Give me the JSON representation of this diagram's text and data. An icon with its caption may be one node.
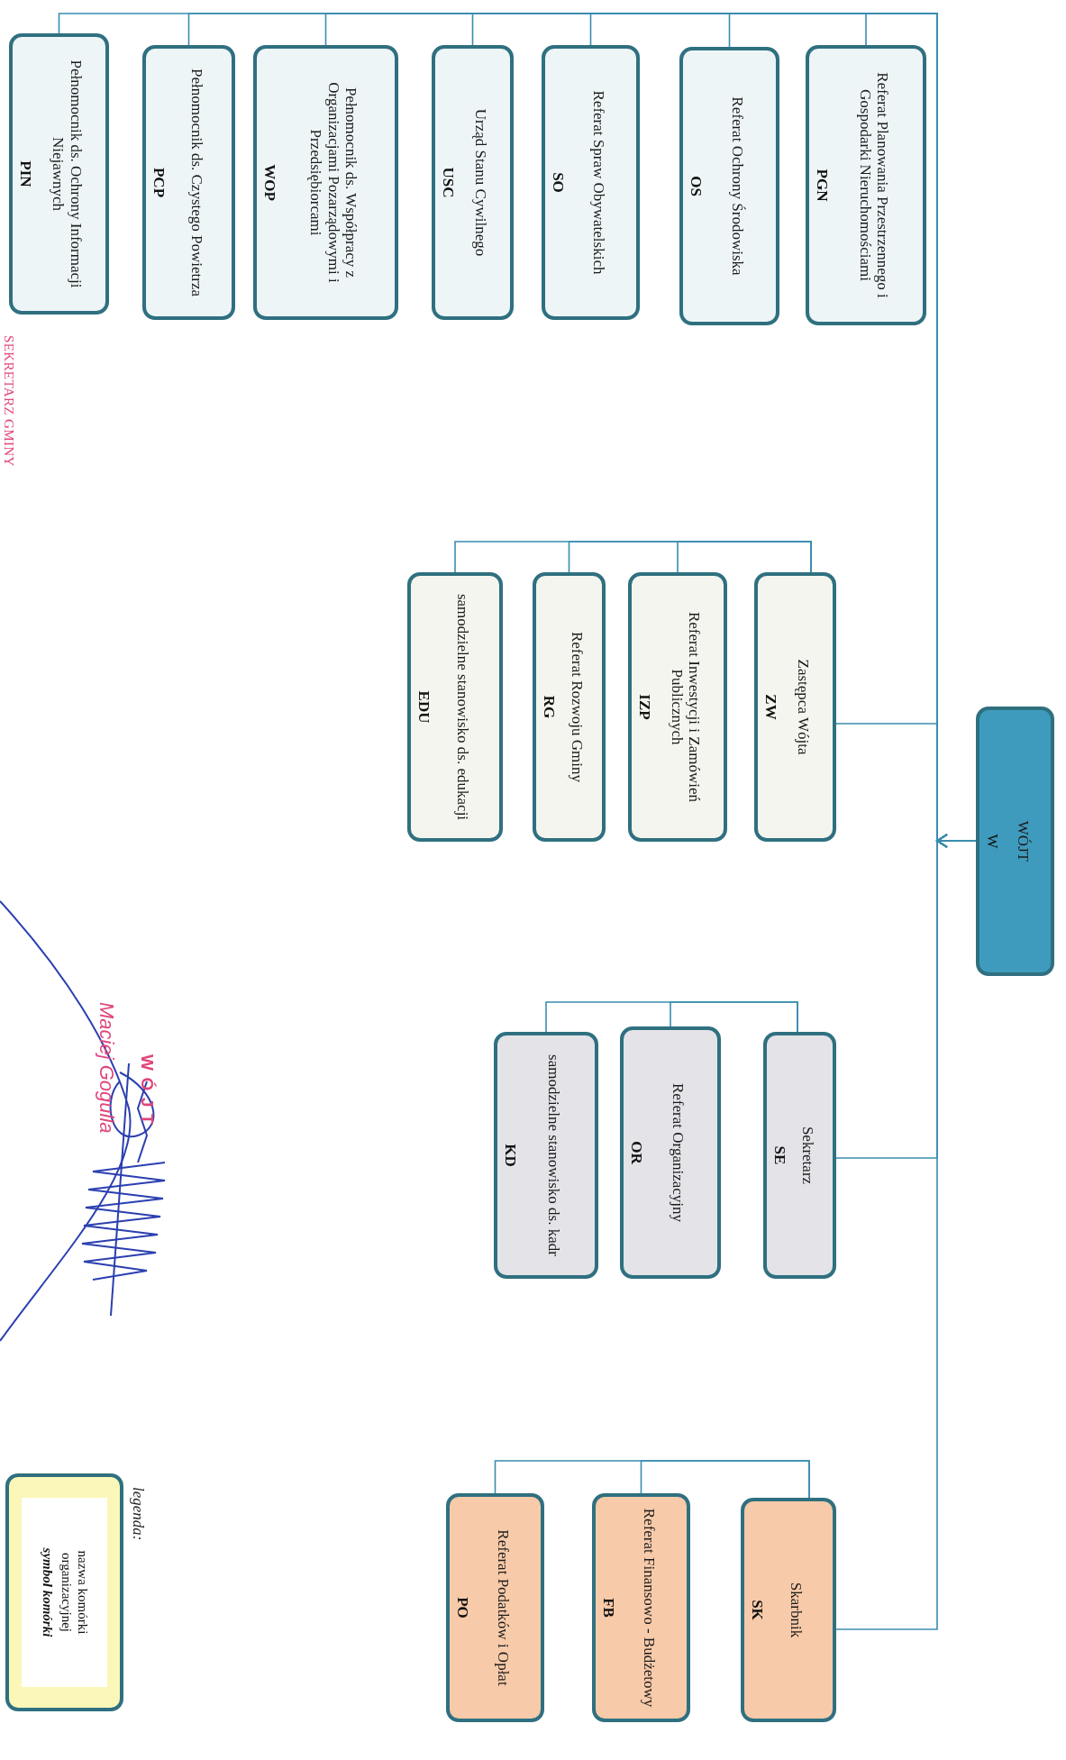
{
  "diagram": {
    "nodes": [
      {
        "text": [
          "WÓJT",
          "W"
        ]
      },
      {
        "text": [
          "Referat Planowania Przestrzennego i Gospodarki Nieruchomościami",
          "PGN"
        ]
      },
      {
        "text": [
          "Referat Ochrony Środowiska",
          "OS"
        ]
      },
      {
        "text": [
          "Referat Spraw Obywatelskich",
          "SO"
        ]
      },
      {
        "text": [
          "Urząd Stanu Cywilnego",
          "USC"
        ]
      },
      {
        "text": [
          "Pełnomocnik ds. Współpracy z Organizacjami Pozarządowymi i Przedsiębiorcami",
          "WOP"
        ]
      },
      {
        "text": [
          "Pełnomocnik ds. Czystego Powietrza",
          "PCP"
        ]
      },
      {
        "text": [
          "Pełnomocnik ds. Ochrony Informacji Niejawnych",
          "PIN"
        ]
      },
      {
        "text": [
          "Zastępca Wójta",
          "ZW"
        ]
      },
      {
        "text": [
          "Referat Inwestycji i Zamówień Publicznych",
          "IZP"
        ]
      },
      {
        "text": [
          "Referat Rozwoju Gminy",
          "RG"
        ]
      },
      {
        "text": [
          "samodzielne stanowisko ds. edukacji",
          "EDU"
        ]
      },
      {
        "text": [
          "Sekretarz",
          "SE"
        ]
      },
      {
        "text": [
          "Referat Organizacyjny",
          "OR"
        ]
      },
      {
        "text": [
          "samodzielne stanowisko ds. kadr",
          "KD"
        ]
      },
      {
        "text": [
          "Skarbnik",
          "SK"
        ]
      },
      {
        "text": [
          "Referat Finansowo - Budżetowy",
          "FB"
        ]
      },
      {
        "text": [
          "Referat Podatków i Opłat",
          "PO"
        ]
      },
      {
        "text": [
          "nazwa komórki organizacyjnej",
          "symbol komórki"
        ]
      }
    ],
    "edges": [
      {
        "from": 0,
        "to": 1,
        "arrow": "to"
      },
      {
        "from": 0,
        "to": 2,
        "arrow": "to"
      },
      {
        "from": 0,
        "to": 3,
        "arrow": "to"
      },
      {
        "from": 0,
        "to": 4,
        "arrow": "to"
      },
      {
        "from": 0,
        "to": 5,
        "arrow": "to"
      },
      {
        "from": 0,
        "to": 6,
        "arrow": "to"
      },
      {
        "from": 0,
        "to": 7,
        "arrow": "to"
      },
      {
        "from": 0,
        "to": 8,
        "arrow": "to"
      },
      {
        "from": 0,
        "to": 12,
        "arrow": "to"
      },
      {
        "from": 0,
        "to": 15,
        "arrow": "to"
      },
      {
        "from": 8,
        "to": 9,
        "arrow": "none"
      },
      {
        "from": 8,
        "to": 10,
        "arrow": "none"
      },
      {
        "from": 8,
        "to": 11,
        "arrow": "none"
      },
      {
        "from": 12,
        "to": 13,
        "arrow": "none"
      },
      {
        "from": 12,
        "to": 14,
        "arrow": "none"
      },
      {
        "from": 15,
        "to": 16,
        "arrow": "none"
      },
      {
        "from": 15,
        "to": 17,
        "arrow": "none"
      }
    ],
    "labels": [
      "legenda:",
      "SEKRETARZ GMINY",
      "WÓJT",
      "Maciej Gogulla"
    ]
  }
}
